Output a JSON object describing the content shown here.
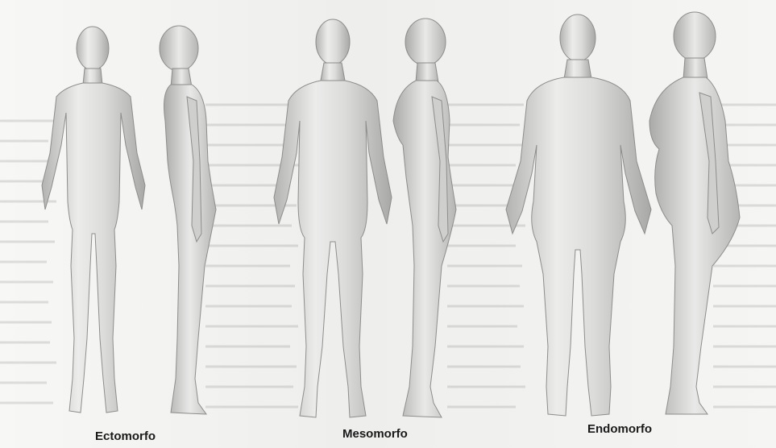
{
  "image": {
    "body_types": [
      {
        "id": "ecto",
        "label": "Ectomorfo"
      },
      {
        "id": "meso",
        "label": "Mesomorfo"
      },
      {
        "id": "endo",
        "label": "Endomorfo"
      }
    ],
    "colors": {
      "background": "#f3f3f1",
      "figure_fill": "#d8d8d6",
      "figure_highlight": "#f7f7f6",
      "figure_shadow": "#a9a9a7",
      "caption": "#1a1a1a"
    }
  }
}
